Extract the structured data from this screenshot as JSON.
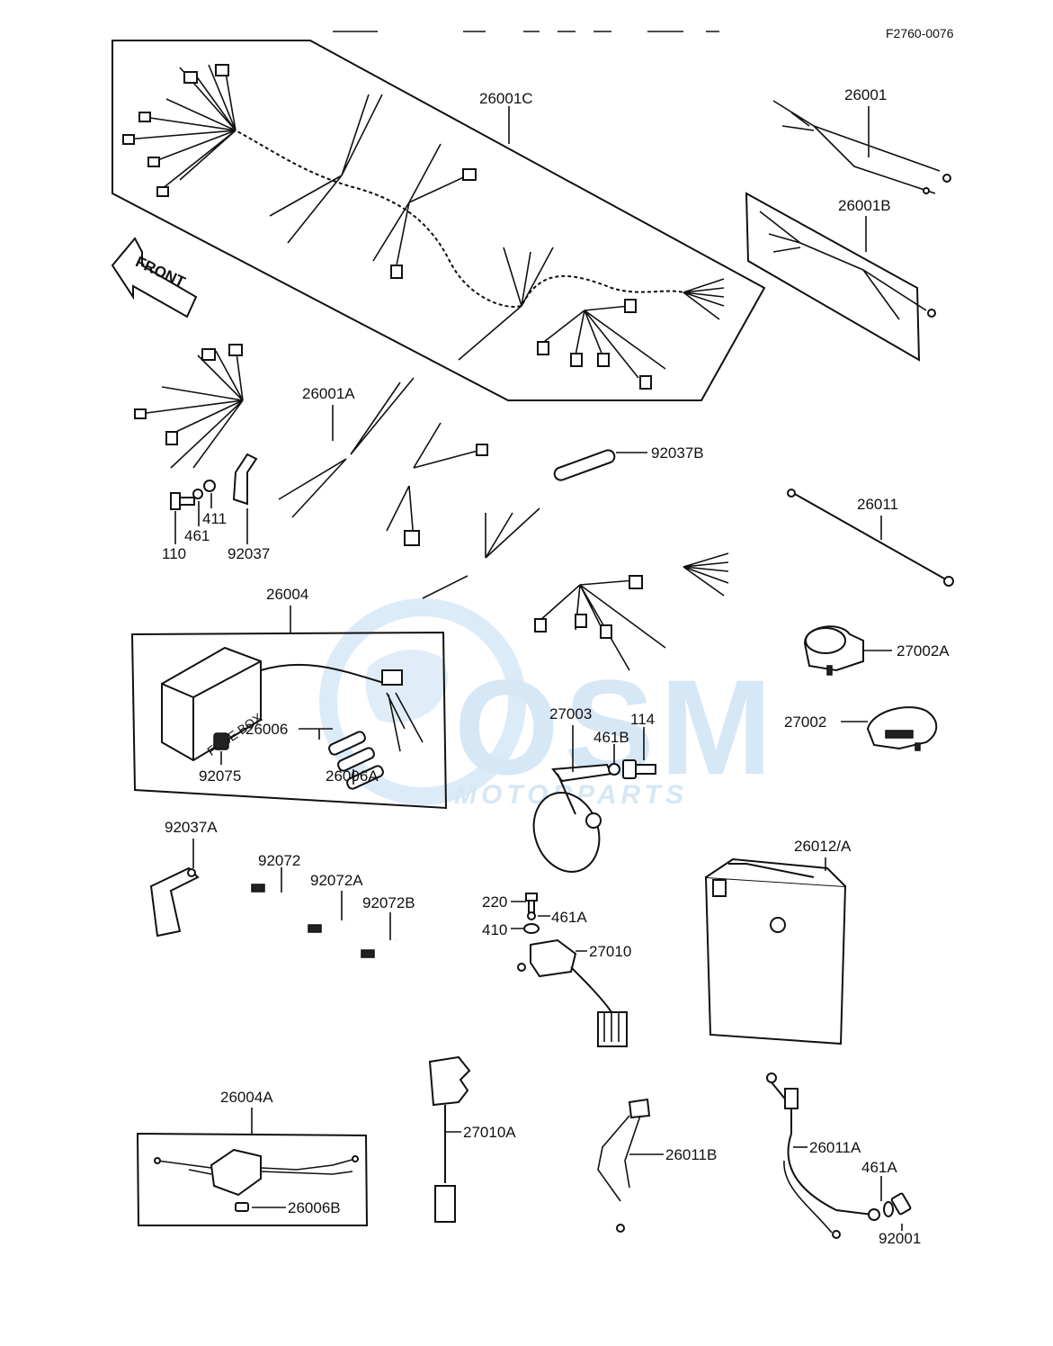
{
  "diagram_code": "F2760-0076",
  "front_arrow": "FRONT",
  "fuse_box_text": "FUSE BOX",
  "watermark": {
    "logo": "OSM",
    "sub": "MOTORPARTS"
  },
  "labels": {
    "harness_c": "26001C",
    "harness_plain": "26001",
    "harness_b": "26001B",
    "harness_a": "26001A",
    "clamp_b": "92037B",
    "bolt_110": "110",
    "washer_461": "461",
    "washer_411": "411",
    "clamp_92037": "92037",
    "lead_26011": "26011",
    "fuse_box": "26004",
    "fuse": "26006",
    "fuse_a": "26006A",
    "cap_92075": "92075",
    "relay_a": "27002A",
    "relay": "27002",
    "horn": "27003",
    "washer_461b": "461B",
    "bolt_114": "114",
    "clamp_a": "92037A",
    "band": "92072",
    "band_a": "92072A",
    "band_b": "92072B",
    "battery": "26012/A",
    "screw_220": "220",
    "washer_461a": "461A",
    "washer_410": "410",
    "regulator": "27010",
    "fuse_box_a": "26004A",
    "fuse_b": "26006B",
    "sensor": "27010A",
    "lead_b": "26011B",
    "lead_a": "26011A",
    "washer_461a_2": "461A",
    "bolt_92001": "92001"
  }
}
